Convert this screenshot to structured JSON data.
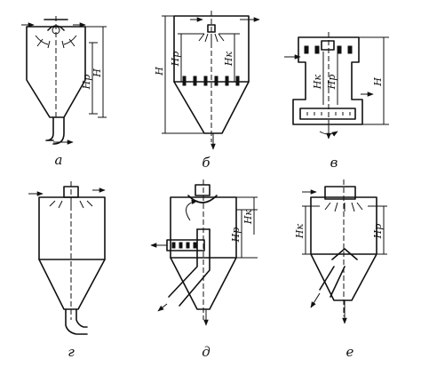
{
  "panels": [
    {
      "id": "a",
      "caption": "а",
      "dimensions": [
        "Нр",
        "Н"
      ]
    },
    {
      "id": "b",
      "caption": "б",
      "dimensions": [
        "Н",
        "Нр",
        "Нк"
      ]
    },
    {
      "id": "v",
      "caption": "в",
      "dimensions": [
        "Нк",
        "Нр",
        "Н"
      ]
    },
    {
      "id": "g",
      "caption": "г",
      "dimensions": []
    },
    {
      "id": "d",
      "caption": "д",
      "dimensions": [
        "Нр",
        "Нк"
      ]
    },
    {
      "id": "e",
      "caption": "е",
      "dimensions": [
        "Нк",
        "Нр"
      ]
    }
  ],
  "colors": {
    "ink": "#111111",
    "background": "#ffffff"
  }
}
